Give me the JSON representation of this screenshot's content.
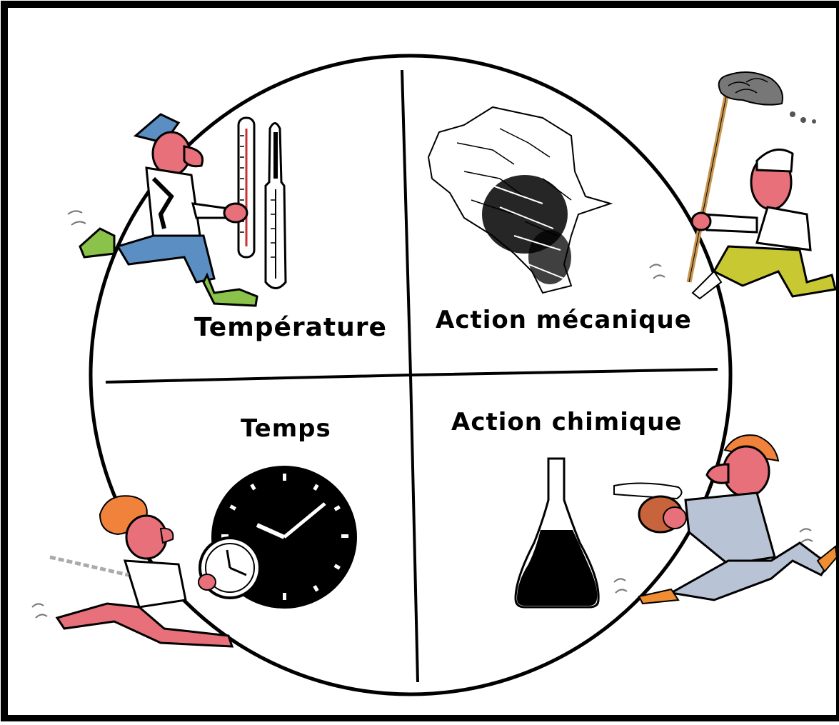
{
  "quadrants": {
    "temperature": {
      "label": "Température",
      "icon": "thermometer-icon"
    },
    "mecanique": {
      "label": "Action mécanique",
      "icon": "crumpled-cloth-icon"
    },
    "temps": {
      "label": "Temps",
      "icon": "clock-icon"
    },
    "chimique": {
      "label": "Action chimique",
      "icon": "flask-icon"
    }
  },
  "colors": {
    "ink": "#000000",
    "skin": "#e8707a",
    "overalls_blue": "#5b8fc4",
    "boot_green": "#8bc34a",
    "pants_yellow": "#c8c832",
    "suit_grey": "#b9c3d6",
    "hair_orange": "#f0823c",
    "shoe_orange": "#f08c32"
  }
}
